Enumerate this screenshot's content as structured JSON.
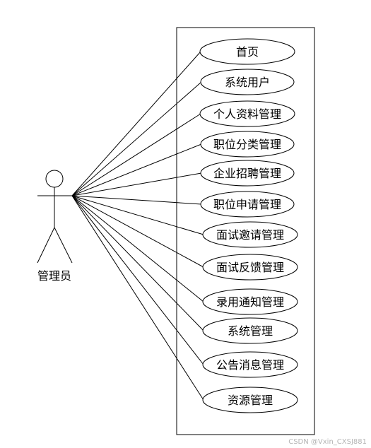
{
  "actor": {
    "label": "管理员"
  },
  "use_cases": [
    {
      "label": "首页"
    },
    {
      "label": "系统用户"
    },
    {
      "label": "个人资料管理"
    },
    {
      "label": "职位分类管理"
    },
    {
      "label": "企业招聘管理"
    },
    {
      "label": "职位申请管理"
    },
    {
      "label": "面试邀请管理"
    },
    {
      "label": "面试反馈管理"
    },
    {
      "label": "录用通知管理"
    },
    {
      "label": "系统管理"
    },
    {
      "label": "公告消息管理"
    },
    {
      "label": "资源管理"
    }
  ],
  "watermark": "CSDN @Vxin_CXSJ881",
  "colors": {
    "stroke": "#000000",
    "background": "#ffffff",
    "watermark": "#b5b5b5"
  }
}
